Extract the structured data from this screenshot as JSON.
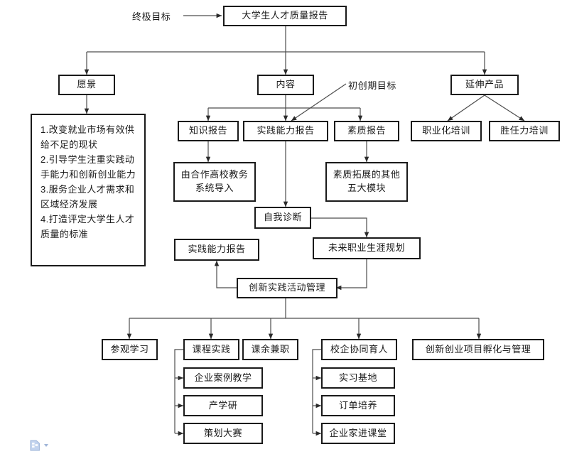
{
  "diagram": {
    "title_node": "大学生人才质量报告",
    "labels": {
      "ultimate_goal": "终极目标",
      "startup_goal": "初创期目标"
    },
    "level1": [
      {
        "id": "vision",
        "label": "愿景"
      },
      {
        "id": "content",
        "label": "内容"
      },
      {
        "id": "extended",
        "label": "延伸产品"
      }
    ],
    "vision_list": "1.改变就业市场有效供给不足的现状\n2.引导学生注重实践动手能力和创新创业能力\n3.服务企业人才需求和区域经济发展\n4.打造评定大学生人才质量的标准",
    "content_children": [
      {
        "id": "knowledge-report",
        "label": "知识报告"
      },
      {
        "id": "practice-ability-report",
        "label": "实践能力报告"
      },
      {
        "id": "quality-report",
        "label": "素质报告"
      }
    ],
    "extended_children": [
      {
        "id": "professional-training",
        "label": "职业化培训"
      },
      {
        "id": "competency-training",
        "label": "胜任力培训"
      }
    ],
    "knowledge_detail": "由合作高校教务系统导入",
    "quality_detail": "素质拓展的其他五大模块",
    "self_diagnosis": "自我诊断",
    "practice_ability_report_2": "实践能力报告",
    "career_planning": "未来职业生涯规划",
    "activity_management": "创新实践活动管理",
    "activities": [
      {
        "id": "visit-study",
        "label": "参观学习"
      },
      {
        "id": "course-practice",
        "label": "课程实践"
      },
      {
        "id": "part-time-job",
        "label": "课余兼职"
      },
      {
        "id": "school-enterprise",
        "label": "校企协同育人"
      },
      {
        "id": "incubation-management",
        "label": "创新创业项目孵化与管理"
      }
    ],
    "course_practice_children": [
      {
        "id": "case-teaching",
        "label": "企业案例教学"
      },
      {
        "id": "industry-research",
        "label": "产学研"
      },
      {
        "id": "planning-contest",
        "label": "策划大赛"
      }
    ],
    "school_enterprise_children": [
      {
        "id": "internship-base",
        "label": "实习基地"
      },
      {
        "id": "order-training",
        "label": "订单培养"
      },
      {
        "id": "entrepreneur-lecture",
        "label": "企业家进课堂"
      }
    ],
    "footer": {
      "icon": "document-flowchart-icon",
      "caret": "chevron-down-icon"
    },
    "colors": {
      "box_border": "#1a1a1a",
      "connector": "#4d4d4d",
      "text": "#1a1a1a",
      "background": "#ffffff",
      "icon": "#9fb4d8"
    }
  }
}
